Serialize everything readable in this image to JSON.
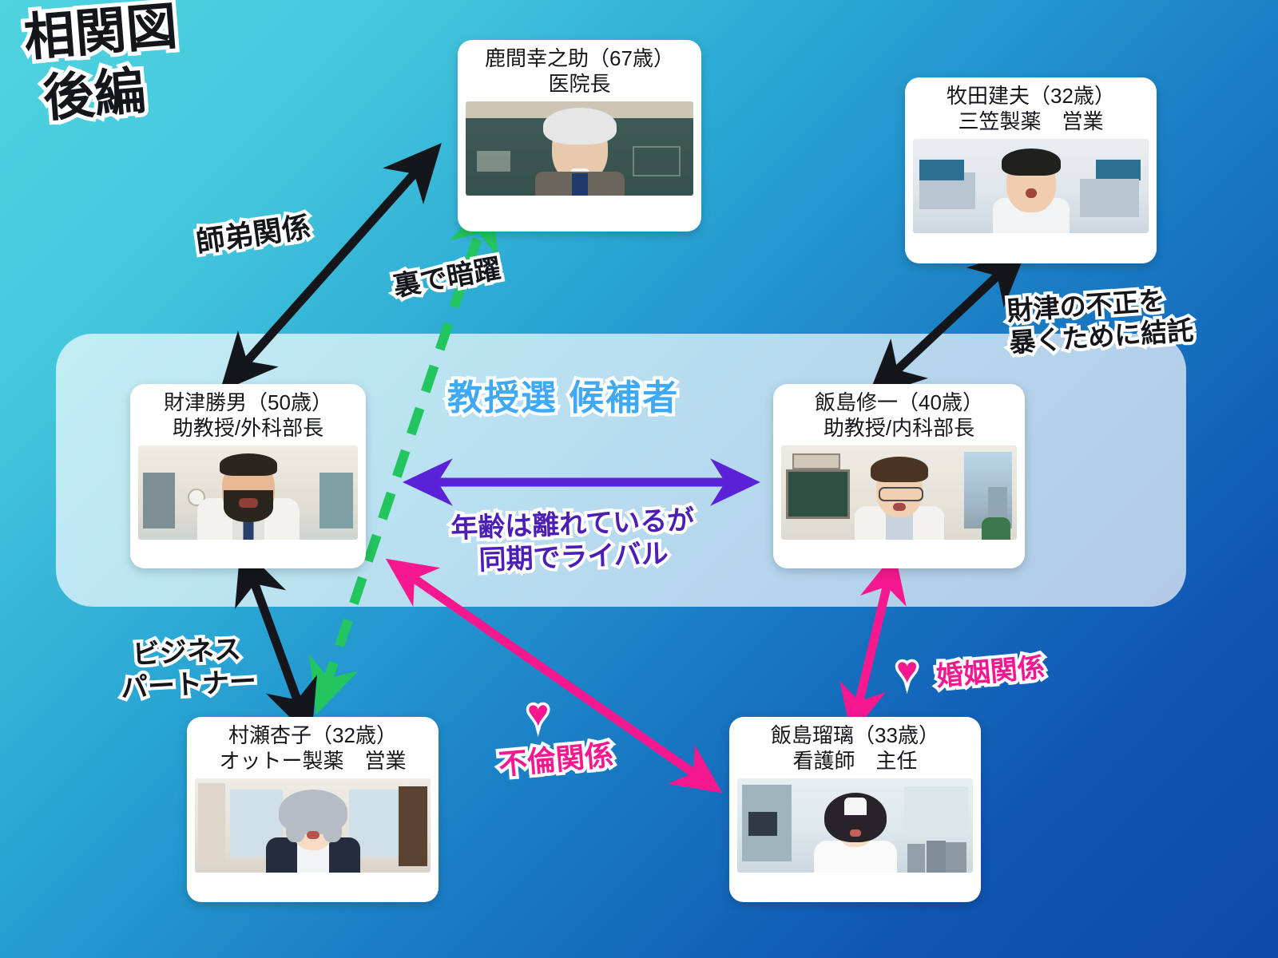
{
  "title": {
    "line1": "相関図",
    "line2": "後編"
  },
  "group": {
    "label": "教授選 候補者",
    "label_color": "#3fa9f5"
  },
  "background": {
    "gradient_from": "#4fd3e0",
    "gradient_to": "#0c4aa8"
  },
  "people": [
    {
      "id": "shikama",
      "name": "鹿間幸之助（67歳）",
      "role": "医院長",
      "photo_alt": "白髪の老医師、黒板の前"
    },
    {
      "id": "makita",
      "name": "牧田建夫（32歳）",
      "role": "三笠製薬　営業",
      "photo_alt": "白シャツの若い男性、病室"
    },
    {
      "id": "zaitsu",
      "name": "財津勝男（50歳）",
      "role": "助教授/外科部長",
      "photo_alt": "ひげの白衣の医師、病院の廊下"
    },
    {
      "id": "iijima-s",
      "name": "飯島修一（40歳）",
      "role": "助教授/内科部長",
      "photo_alt": "眼鏡の白衣の医師、執務室"
    },
    {
      "id": "murase",
      "name": "村瀬杏子（32歳）",
      "role": "オットー製薬　営業",
      "photo_alt": "銀髪ショートのスーツの女性、室内"
    },
    {
      "id": "iijima-r",
      "name": "飯島瑠璃（33歳）",
      "role": "看護師　主任",
      "photo_alt": "ナースキャップの女性、病院の廊下"
    }
  ],
  "relations": [
    {
      "id": "shitei",
      "label": "師弟関係",
      "color": "#15161c",
      "style": "solid-double",
      "from": "zaitsu",
      "to": "shikama"
    },
    {
      "id": "ura",
      "label": "裏で暗躍",
      "color": "#22c55e",
      "style": "dashed-double",
      "from": "murase",
      "to": "shikama"
    },
    {
      "id": "ketaku",
      "label_line1": "財津の不正を",
      "label_line2": "暴くために結託",
      "color": "#15161c",
      "style": "solid-double",
      "from": "iijima-s",
      "to": "makita"
    },
    {
      "id": "rival",
      "label_line1": "年齢は離れているが",
      "label_line2": "同期でライバル",
      "color": "#4b1fb5",
      "style": "solid-double",
      "from": "zaitsu",
      "to": "iijima-s"
    },
    {
      "id": "biz",
      "label_line1": "ビジネス",
      "label_line2": "パートナー",
      "color": "#15161c",
      "style": "solid-double",
      "from": "murase",
      "to": "zaitsu"
    },
    {
      "id": "furin",
      "label": "不倫関係",
      "heart": "♥",
      "color": "#f5188f",
      "style": "solid-double",
      "from": "iijima-s",
      "to": "iijima-r"
    },
    {
      "id": "konin",
      "label": "婚姻関係",
      "heart": "♥",
      "color": "#f5188f",
      "style": "solid-double",
      "from": "iijima-r",
      "to": "iijima-s"
    }
  ]
}
